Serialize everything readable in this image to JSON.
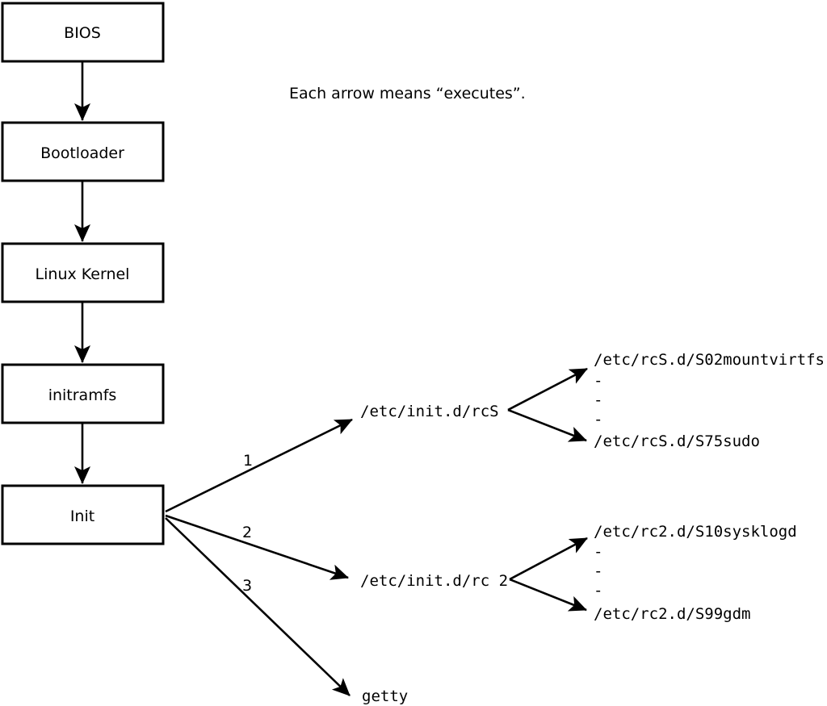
{
  "note": "Each arrow means “executes”.",
  "flow_boxes": [
    {
      "label": "BIOS"
    },
    {
      "label": "Bootloader"
    },
    {
      "label": "Linux Kernel"
    },
    {
      "label": "initramfs"
    },
    {
      "label": "Init"
    }
  ],
  "init_children": [
    {
      "order": "1",
      "label": "/etc/init.d/rcS",
      "children": [
        "/etc/rcS.d/S02mountvirtfs",
        "-",
        "-",
        "-",
        "/etc/rcS.d/S75sudo"
      ]
    },
    {
      "order": "2",
      "label": "/etc/init.d/rc 2",
      "children": [
        "/etc/rc2.d/S10sysklogd",
        "-",
        "-",
        "-",
        "/etc/rc2.d/S99gdm"
      ]
    },
    {
      "order": "3",
      "label": "getty",
      "children": []
    }
  ],
  "colors": {
    "line": "#000000",
    "box_fill": "#ffffff",
    "background": "#ffffff"
  }
}
